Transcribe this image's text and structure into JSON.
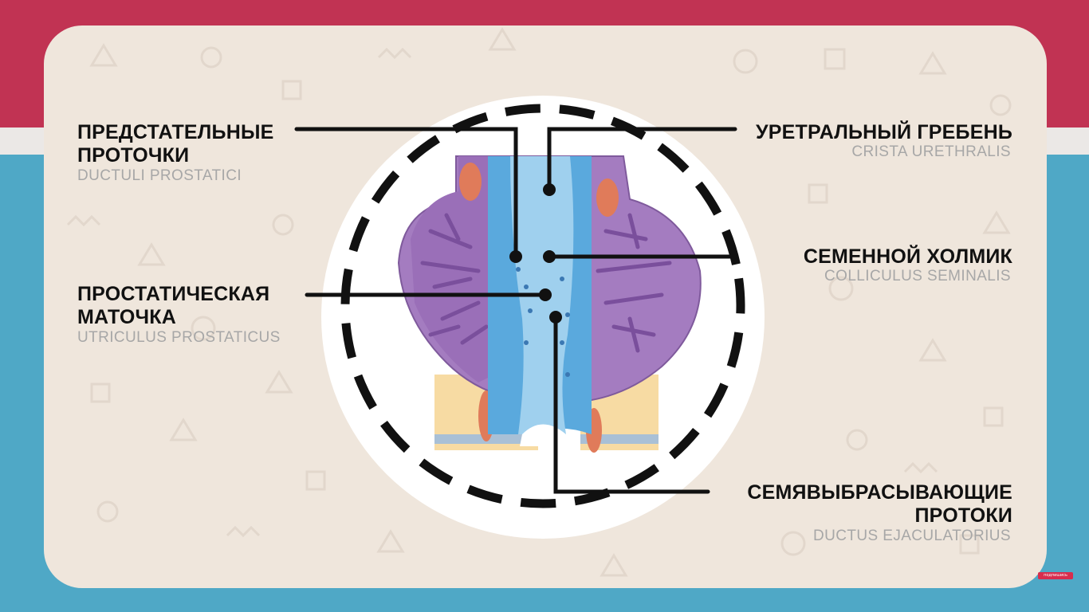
{
  "labels": {
    "ductuli": {
      "title_1": "ПРЕДСТАТЕЛЬНЫЕ",
      "title_2": "ПРОТОЧКИ",
      "latin": "DUCTULI PROSTATICI"
    },
    "crista": {
      "title": "УРЕТРАЛЬНЫЙ ГРЕБЕНЬ",
      "latin": "CRISTA URETHRALIS"
    },
    "colliculus": {
      "title": "СЕМЕННОЙ ХОЛМИК",
      "latin": "COLLICULUS SEMINALIS"
    },
    "utriculus": {
      "title_1": "ПРОСТАТИЧЕСКАЯ",
      "title_2": "МАТОЧКА",
      "latin": "UTRICULUS PROSTATICUS"
    },
    "ductus": {
      "title_1": "СЕМЯВЫБРАСЫВАЮЩИЕ",
      "title_2": "ПРОТОКИ",
      "latin": "DUCTUS EJACULATORIUS"
    }
  },
  "badge": "подпишись",
  "colors": {
    "top_band": "#c13353",
    "bottom_band": "#4fa8c6",
    "card": "#efe6dc",
    "prostate": "#a47cc0",
    "urethra": "#5aa9dd",
    "leader": "#111111"
  }
}
